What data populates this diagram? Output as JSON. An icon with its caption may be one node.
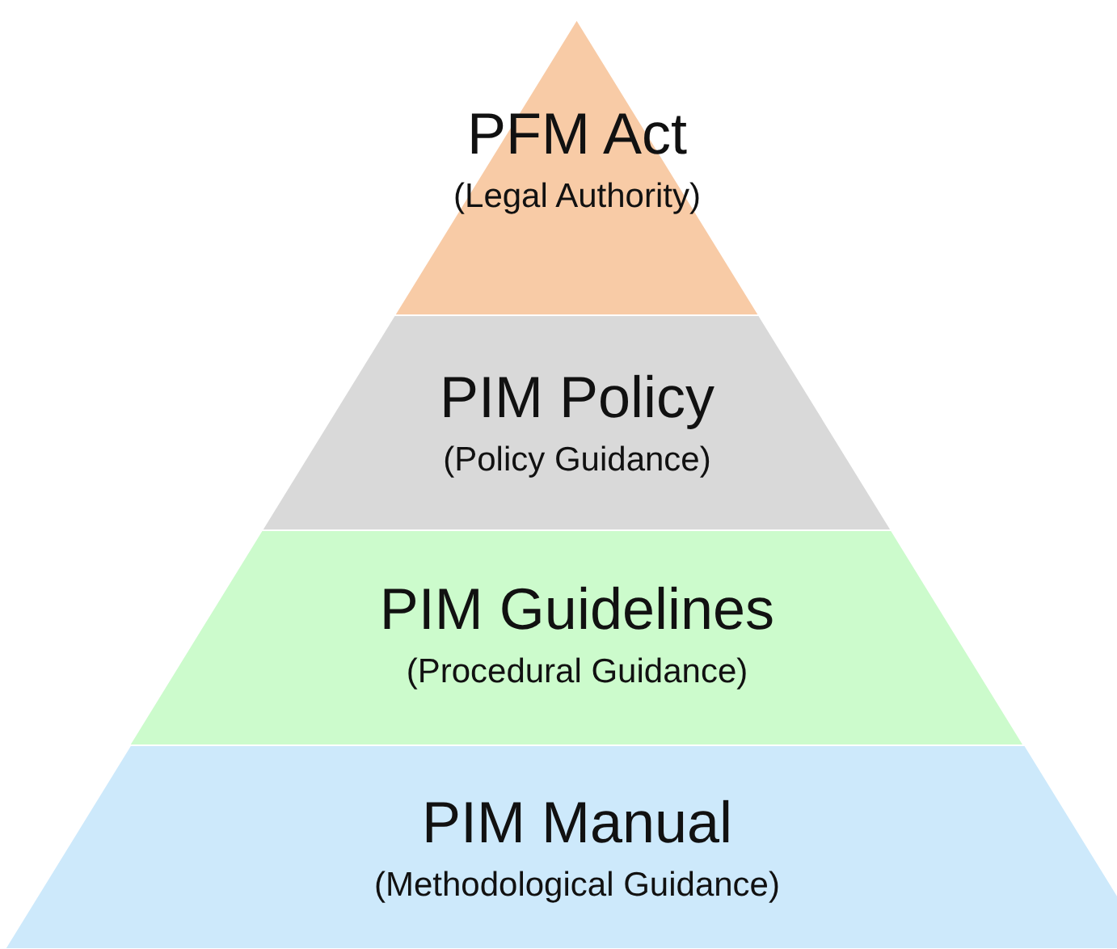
{
  "diagram": {
    "nodes": [
      {
        "text": [
          "PFM Act",
          "(Legal Authority)"
        ]
      },
      {
        "text": [
          "PIM Policy",
          "(Policy Guidance)"
        ]
      },
      {
        "text": [
          "PIM Guidelines",
          "(Procedural Guidance)"
        ]
      },
      {
        "text": [
          "PIM Manual",
          "(Methodological Guidance)"
        ]
      }
    ]
  }
}
